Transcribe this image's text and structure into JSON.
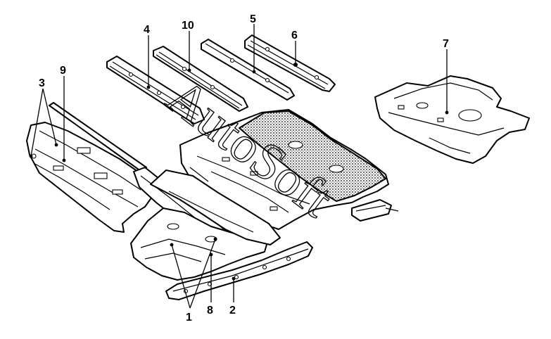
{
  "callouts": {
    "c1": "1",
    "c2": "2",
    "c3": "3",
    "c4": "4",
    "c5": "5",
    "c6": "6",
    "c7": "7",
    "c8": "8",
    "c9": "9",
    "c10": "10"
  },
  "watermark": "AutoSoft",
  "colors": {
    "line": "#000000",
    "background": "#ffffff",
    "shade": "#c9c9c9"
  }
}
